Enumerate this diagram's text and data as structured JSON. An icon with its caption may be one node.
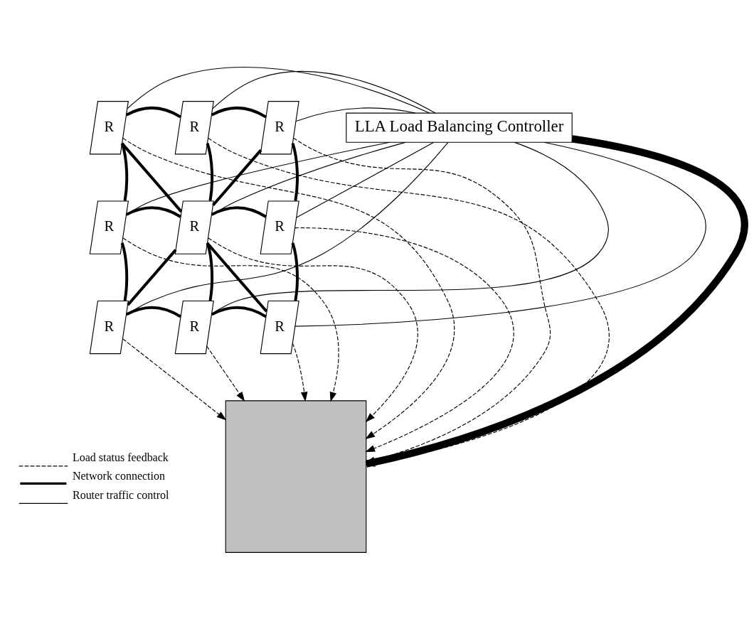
{
  "diagram": {
    "nodes": [
      {
        "text": [
          "R"
        ]
      },
      {
        "text": [
          "R"
        ]
      },
      {
        "text": [
          "R"
        ]
      },
      {
        "text": [
          "R"
        ]
      },
      {
        "text": [
          "R"
        ]
      },
      {
        "text": [
          "R"
        ]
      },
      {
        "text": [
          "R"
        ]
      },
      {
        "text": [
          "R"
        ]
      },
      {
        "text": [
          "R"
        ]
      },
      {
        "text": [
          "LLA Load Balancing Controller"
        ]
      },
      {
        "text": [],
        "shape": "box"
      }
    ],
    "edges": [
      {
        "from": 0,
        "to": 1,
        "arrow": "none",
        "style": "thick"
      },
      {
        "from": 1,
        "to": 2,
        "arrow": "none",
        "style": "thick"
      },
      {
        "from": 0,
        "to": 3,
        "arrow": "none",
        "style": "thick"
      },
      {
        "from": 0,
        "to": 4,
        "arrow": "none",
        "style": "thick"
      },
      {
        "from": 1,
        "to": 4,
        "arrow": "none",
        "style": "thick"
      },
      {
        "from": 2,
        "to": 4,
        "arrow": "none",
        "style": "thick"
      },
      {
        "from": 2,
        "to": 5,
        "arrow": "none",
        "style": "thick"
      },
      {
        "from": 3,
        "to": 4,
        "arrow": "none",
        "style": "thick"
      },
      {
        "from": 4,
        "to": 5,
        "arrow": "none",
        "style": "thick"
      },
      {
        "from": 3,
        "to": 6,
        "arrow": "none",
        "style": "thick"
      },
      {
        "from": 4,
        "to": 6,
        "arrow": "none",
        "style": "thick"
      },
      {
        "from": 4,
        "to": 7,
        "arrow": "none",
        "style": "thick"
      },
      {
        "from": 4,
        "to": 8,
        "arrow": "none",
        "style": "thick"
      },
      {
        "from": 5,
        "to": 8,
        "arrow": "none",
        "style": "thick"
      },
      {
        "from": 6,
        "to": 7,
        "arrow": "none",
        "style": "thick"
      },
      {
        "from": 7,
        "to": 8,
        "arrow": "none",
        "style": "thick"
      },
      {
        "from": 9,
        "to": 0,
        "arrow": "none"
      },
      {
        "from": 9,
        "to": 1,
        "arrow": "none"
      },
      {
        "from": 9,
        "to": 2,
        "arrow": "none"
      },
      {
        "from": 9,
        "to": 3,
        "arrow": "none"
      },
      {
        "from": 9,
        "to": 4,
        "arrow": "none"
      },
      {
        "from": 9,
        "to": 5,
        "arrow": "none"
      },
      {
        "from": 9,
        "to": 6,
        "arrow": "none"
      },
      {
        "from": 9,
        "to": 7,
        "arrow": "none"
      },
      {
        "from": 9,
        "to": 8,
        "arrow": "none"
      },
      {
        "from": 0,
        "to": 10,
        "arrow": "to",
        "style": "dashed"
      },
      {
        "from": 1,
        "to": 10,
        "arrow": "to",
        "style": "dashed"
      },
      {
        "from": 2,
        "to": 10,
        "arrow": "to",
        "style": "dashed"
      },
      {
        "from": 3,
        "to": 10,
        "arrow": "to",
        "style": "dashed"
      },
      {
        "from": 4,
        "to": 10,
        "arrow": "to",
        "style": "dashed"
      },
      {
        "from": 5,
        "to": 10,
        "arrow": "to",
        "style": "dashed"
      },
      {
        "from": 6,
        "to": 10,
        "arrow": "to",
        "style": "dashed"
      },
      {
        "from": 7,
        "to": 10,
        "arrow": "to",
        "style": "dashed"
      },
      {
        "from": 8,
        "to": 10,
        "arrow": "to",
        "style": "dashed"
      },
      {
        "from": 9,
        "to": 10,
        "arrow": "none",
        "style": "thick"
      }
    ],
    "legend": [
      {
        "text": "Load status feedback"
      },
      {
        "text": "Network connection"
      },
      {
        "text": "Router traffic control"
      }
    ]
  }
}
